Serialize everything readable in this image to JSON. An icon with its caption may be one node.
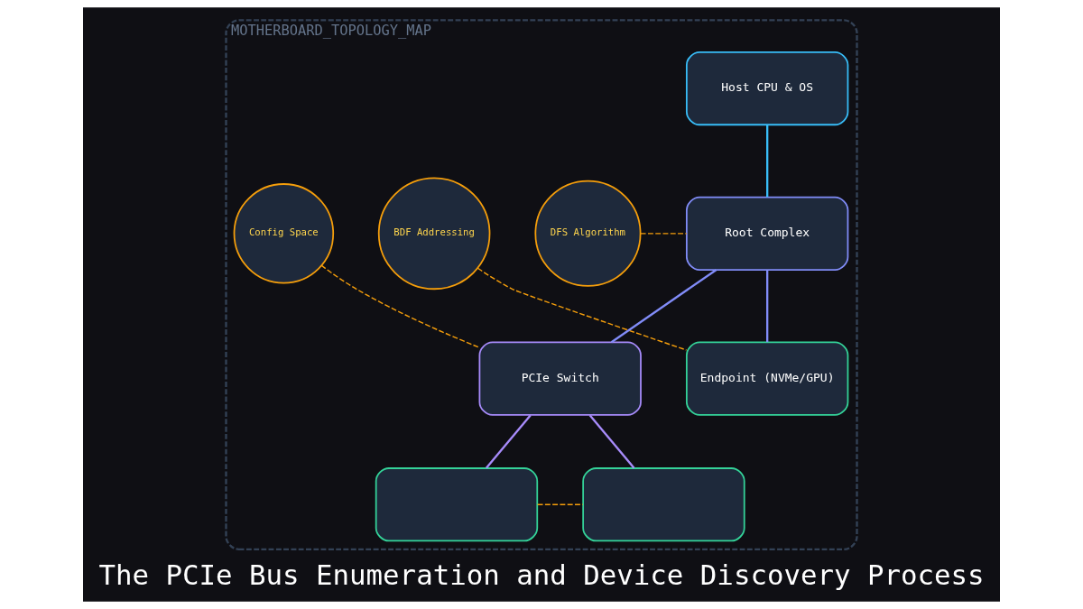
{
  "diagram": {
    "title": "The PCIe Bus Enumeration and Device Discovery Process",
    "nodes": [
      {
        "text": [
          "MOTHERBOARD_TOPOLOGY_MAP"
        ]
      },
      {
        "text": [
          "Host CPU & OS"
        ],
        "in": 0
      },
      {
        "text": [
          "DFS Algorithm"
        ],
        "in": 0
      },
      {
        "text": [
          "BDF Addressing"
        ],
        "in": 0
      },
      {
        "text": [
          "Root Complex"
        ],
        "in": 0
      },
      {
        "text": [
          "Config Space"
        ],
        "in": 0
      },
      {
        "text": [
          "Endpoint (NVMe/GPU)"
        ],
        "in": 0
      },
      {
        "text": [
          "PCIe Switch"
        ],
        "in": 0
      },
      {
        "text": [],
        "shape": "box",
        "in": 0
      },
      {
        "text": [],
        "shape": "box",
        "in": 0
      }
    ],
    "edges": [
      {
        "from": 1,
        "to": 4,
        "arrow": "none",
        "color": "#38bdf8"
      },
      {
        "from": 4,
        "to": 6,
        "arrow": "none",
        "color": "#818cf8"
      },
      {
        "from": 4,
        "to": 7,
        "arrow": "none",
        "color": "#818cf8"
      },
      {
        "from": 7,
        "to": 8,
        "arrow": "none",
        "color": "#a78bfa"
      },
      {
        "from": 7,
        "to": 9,
        "arrow": "none",
        "color": "#a78bfa"
      },
      {
        "from": 2,
        "to": 4,
        "arrow": "none",
        "style": "dashed",
        "color": "#f59e0b"
      },
      {
        "from": 3,
        "to": 6,
        "arrow": "none",
        "style": "dashed",
        "color": "#f59e0b"
      },
      {
        "from": 5,
        "to": 7,
        "arrow": "none",
        "style": "dashed",
        "color": "#f59e0b"
      },
      {
        "from": 8,
        "to": 9,
        "arrow": "none",
        "style": "dashed",
        "color": "#f59e0b"
      }
    ]
  }
}
